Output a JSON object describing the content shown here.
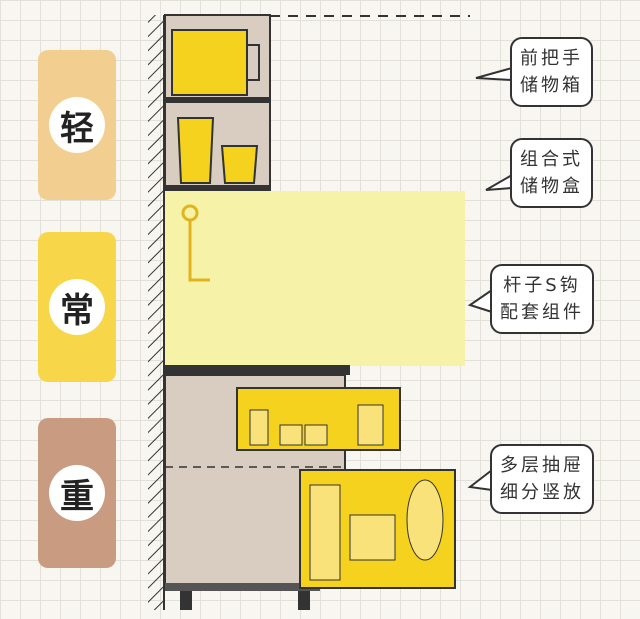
{
  "weight_labels": [
    {
      "text": "轻",
      "color": "#f2cf90"
    },
    {
      "text": "常",
      "color": "#f8d64a"
    },
    {
      "text": "重",
      "color": "#c99b80"
    }
  ],
  "callouts": [
    {
      "line1": "前把手",
      "line2": "储物箱"
    },
    {
      "line1": "组合式",
      "line2": "储物盒"
    },
    {
      "line1": "杆子S钩",
      "line2": "配套组件"
    },
    {
      "line1": "多层抽屉",
      "line2": "细分竖放"
    }
  ]
}
